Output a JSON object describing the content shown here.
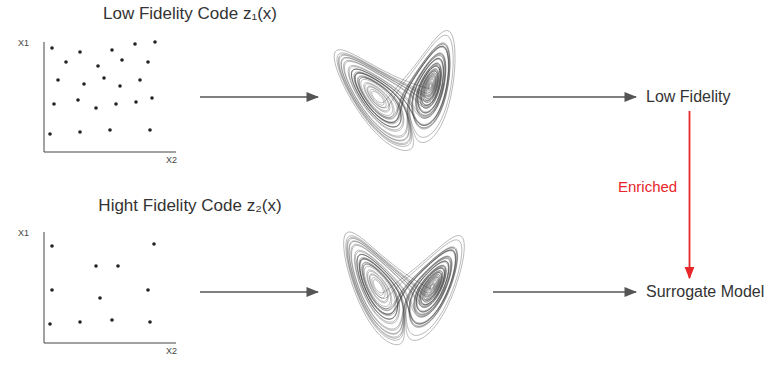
{
  "diagram": {
    "nodes": [
      {
        "text": [
          "Low Fidelity Code z₁(x)"
        ]
      },
      {
        "text": [
          "Low Fidelity"
        ]
      },
      {
        "text": [
          "Hight Fidelity Code z₂(x)"
        ]
      },
      {
        "text": [
          "Surrogate Model"
        ]
      }
    ],
    "edges": [
      {
        "from": 1,
        "to": 3,
        "arrow": "to",
        "label": "Enriched"
      }
    ],
    "labels": [
      "X1",
      "X2",
      "X1",
      "X2"
    ]
  }
}
